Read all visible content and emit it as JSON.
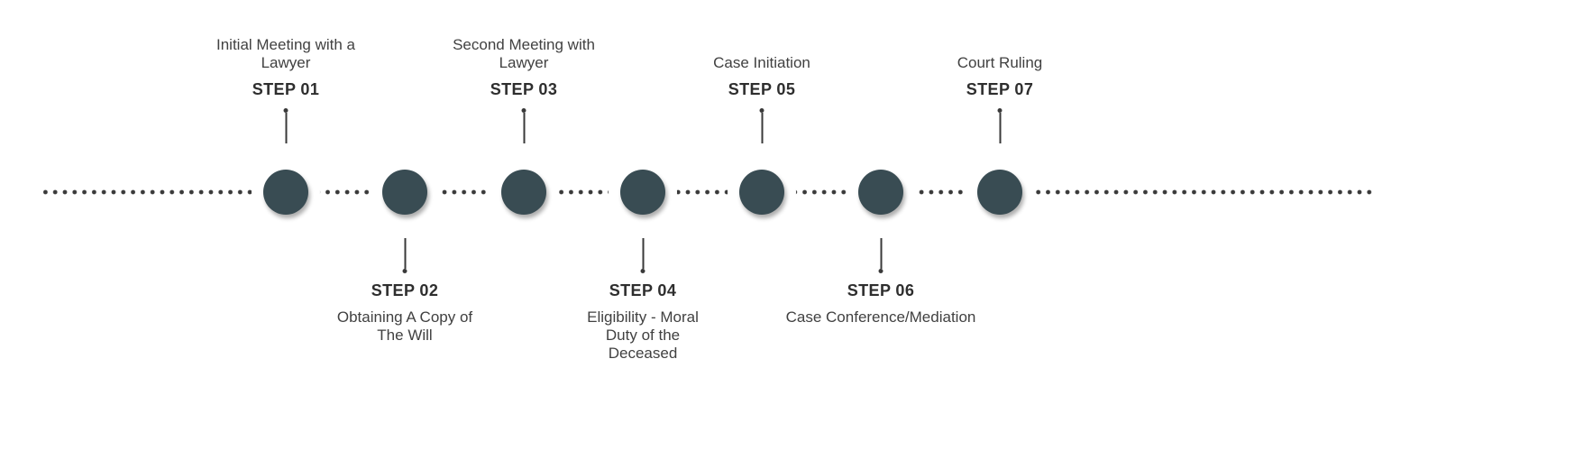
{
  "timeline": {
    "steps": [
      {
        "label": "STEP 01",
        "title": "Initial Meeting with a Lawyer",
        "position": "top"
      },
      {
        "label": "STEP 02",
        "title": "Obtaining A Copy of The Will",
        "position": "bottom"
      },
      {
        "label": "STEP 03",
        "title": "Second Meeting with Lawyer",
        "position": "top"
      },
      {
        "label": "STEP 04",
        "title": "Eligibility - Moral Duty of the Deceased",
        "position": "bottom"
      },
      {
        "label": "STEP 05",
        "title": "Case Initiation",
        "position": "top"
      },
      {
        "label": "STEP 06",
        "title": "Case Conference/Mediation",
        "position": "bottom"
      },
      {
        "label": "STEP 07",
        "title": "Court Ruling",
        "position": "top"
      }
    ],
    "colors": {
      "node": "#394c53",
      "step_label": "#2e2e2e",
      "title_text": "#414141",
      "dots": "#3a3a3a"
    }
  }
}
